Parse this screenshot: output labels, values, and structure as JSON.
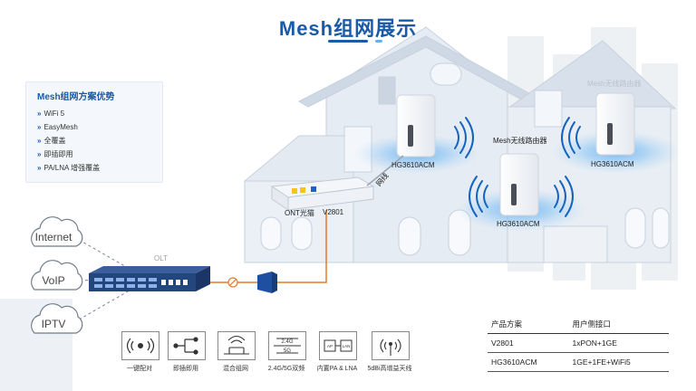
{
  "title": "Mesh组网展示",
  "advantages": {
    "title": "Mesh组网方案优势",
    "items": [
      "WiFi 5",
      "EasyMesh",
      "全覆盖",
      "即插即用",
      "PA/LNA 增强覆盖"
    ]
  },
  "clouds": [
    "Internet",
    "VoIP",
    "IPTV"
  ],
  "olt_label": "OLT",
  "ont": {
    "label": "ONT光猫",
    "model": "V2801"
  },
  "cable_label": "网线",
  "mesh_label": "Mesh无线路由器",
  "watermark": "Mesh无线路由器",
  "routers": [
    "HG3610ACM",
    "HG3610ACM",
    "HG3610ACM"
  ],
  "features": [
    {
      "icon": "one-click-pairing-icon",
      "label": "一键配对"
    },
    {
      "icon": "plug-and-play-icon",
      "label": "即插即用"
    },
    {
      "icon": "hybrid-network-icon",
      "label": "混合组网"
    },
    {
      "icon": "dual-band-icon",
      "label": "2.4G/5G双频",
      "band_a": "2.4G",
      "band_b": "5G"
    },
    {
      "icon": "pa-lna-chip-icon",
      "label": "内置PA & LNA",
      "chip_a": "AP",
      "chip_b": "LAN"
    },
    {
      "icon": "high-gain-antenna-icon",
      "label": "5dBi高增益天线"
    }
  ],
  "table": {
    "headers": [
      "产品方案",
      "用户侧接口"
    ],
    "rows": [
      [
        "V2801",
        "1xPON+1GE"
      ],
      [
        "HG3610ACM",
        "1GE+1FE+WiFi5"
      ]
    ]
  },
  "colors": {
    "accent": "#1a5aa8",
    "signal": "#1e88e5",
    "fiber": "#e8782a"
  }
}
